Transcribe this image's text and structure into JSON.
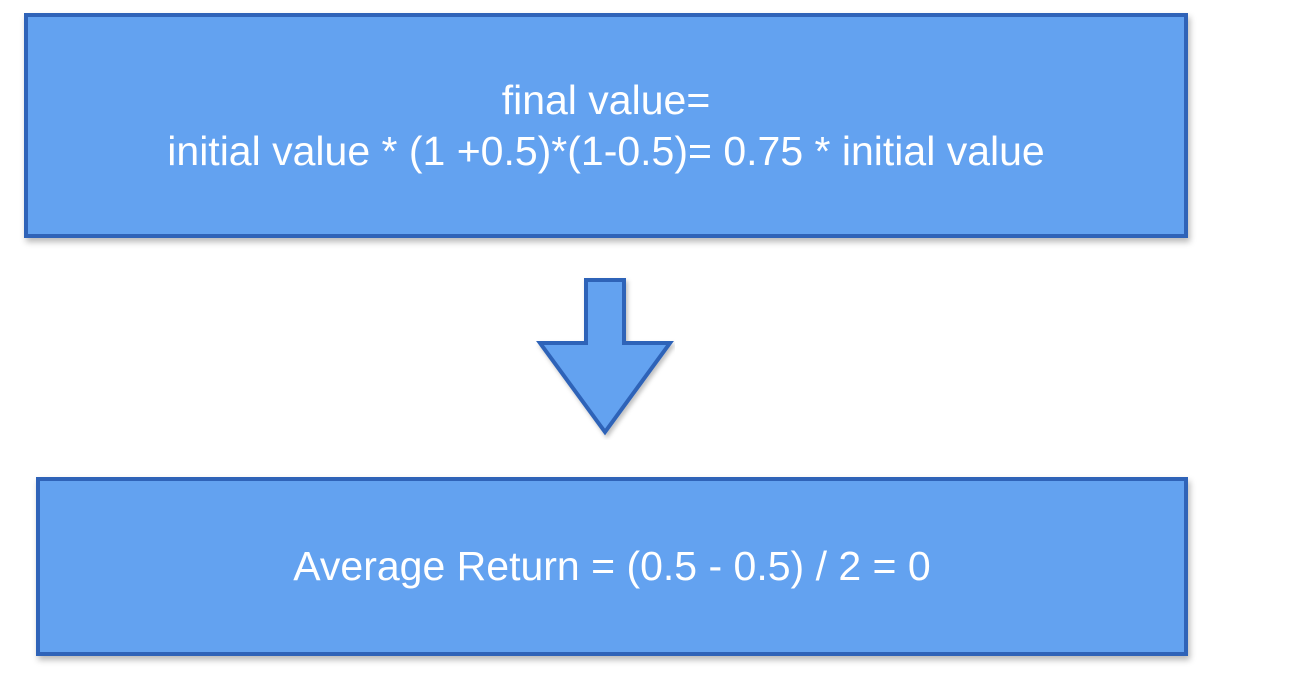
{
  "diagram": {
    "top_box": {
      "line1": "final value=",
      "line2": "initial value * (1 +0.5)*(1-0.5)= 0.75 * initial value"
    },
    "connector": {
      "icon": "down-arrow-icon",
      "direction": "down"
    },
    "bottom_box": {
      "text": "Average Return = (0.5 - 0.5) / 2 = 0"
    },
    "colors": {
      "box_fill": "#63a2f0",
      "box_border": "#2f63b8",
      "text": "#ffffff",
      "background": "#ffffff"
    }
  }
}
